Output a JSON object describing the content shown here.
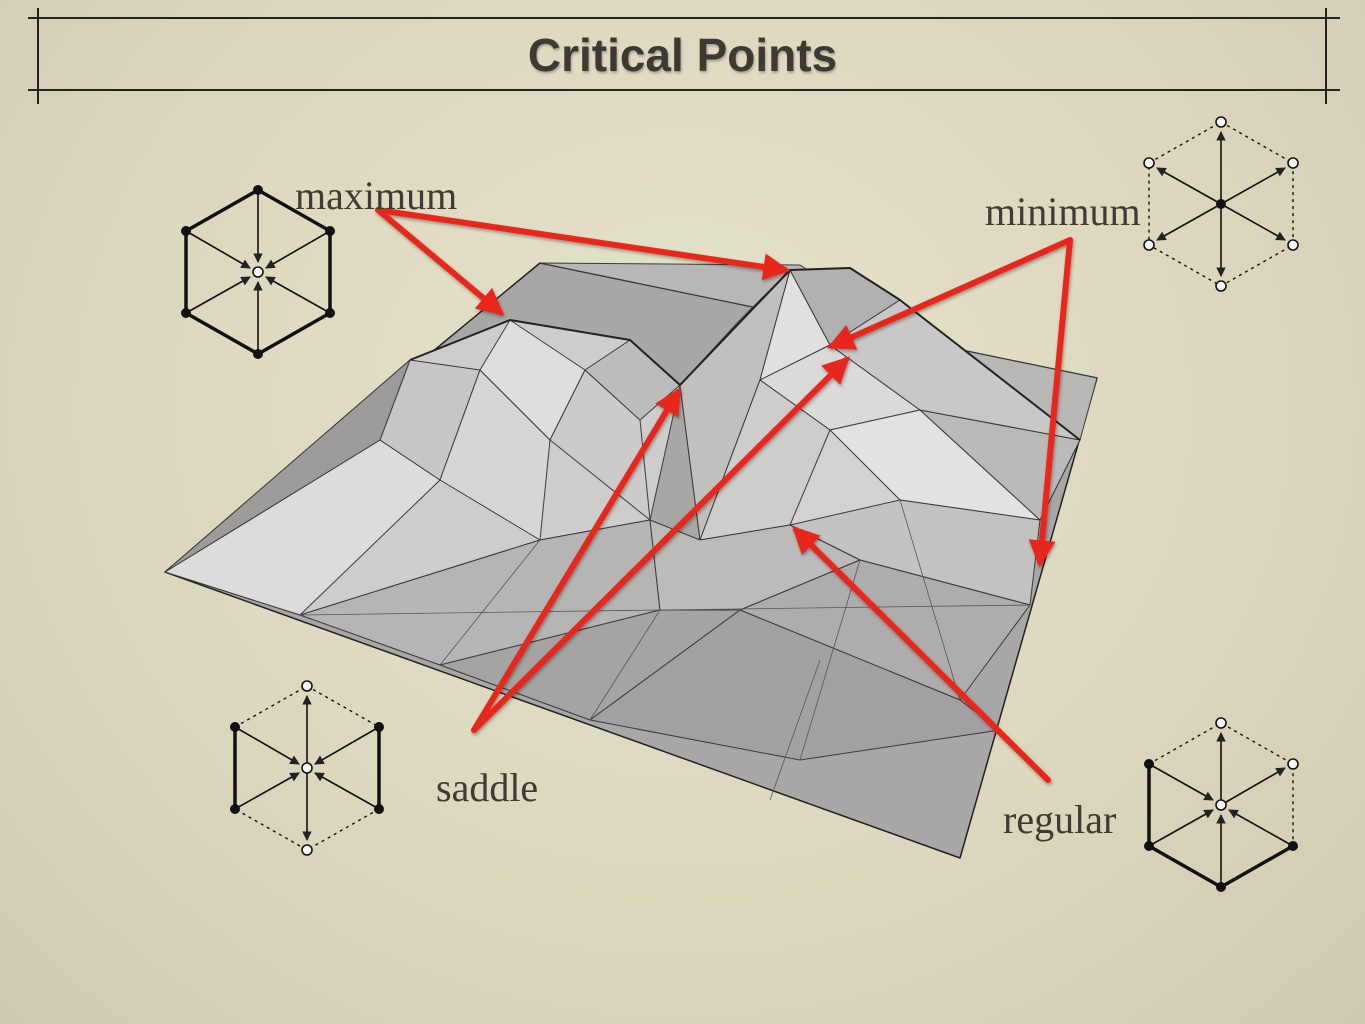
{
  "slide": {
    "title": "Critical Points"
  },
  "labels": {
    "maximum": "maximum",
    "minimum": "minimum",
    "saddle": "saddle",
    "regular": "regular"
  },
  "colors": {
    "arrow": "#e8281c",
    "frame": "#2a2a2a"
  },
  "icons": {
    "maximum": "hexagon-star-arrows-inward-icon",
    "minimum": "hexagon-star-arrows-outward-icon",
    "saddle": "hexagon-star-saddle-icon",
    "regular": "hexagon-star-regular-icon"
  }
}
